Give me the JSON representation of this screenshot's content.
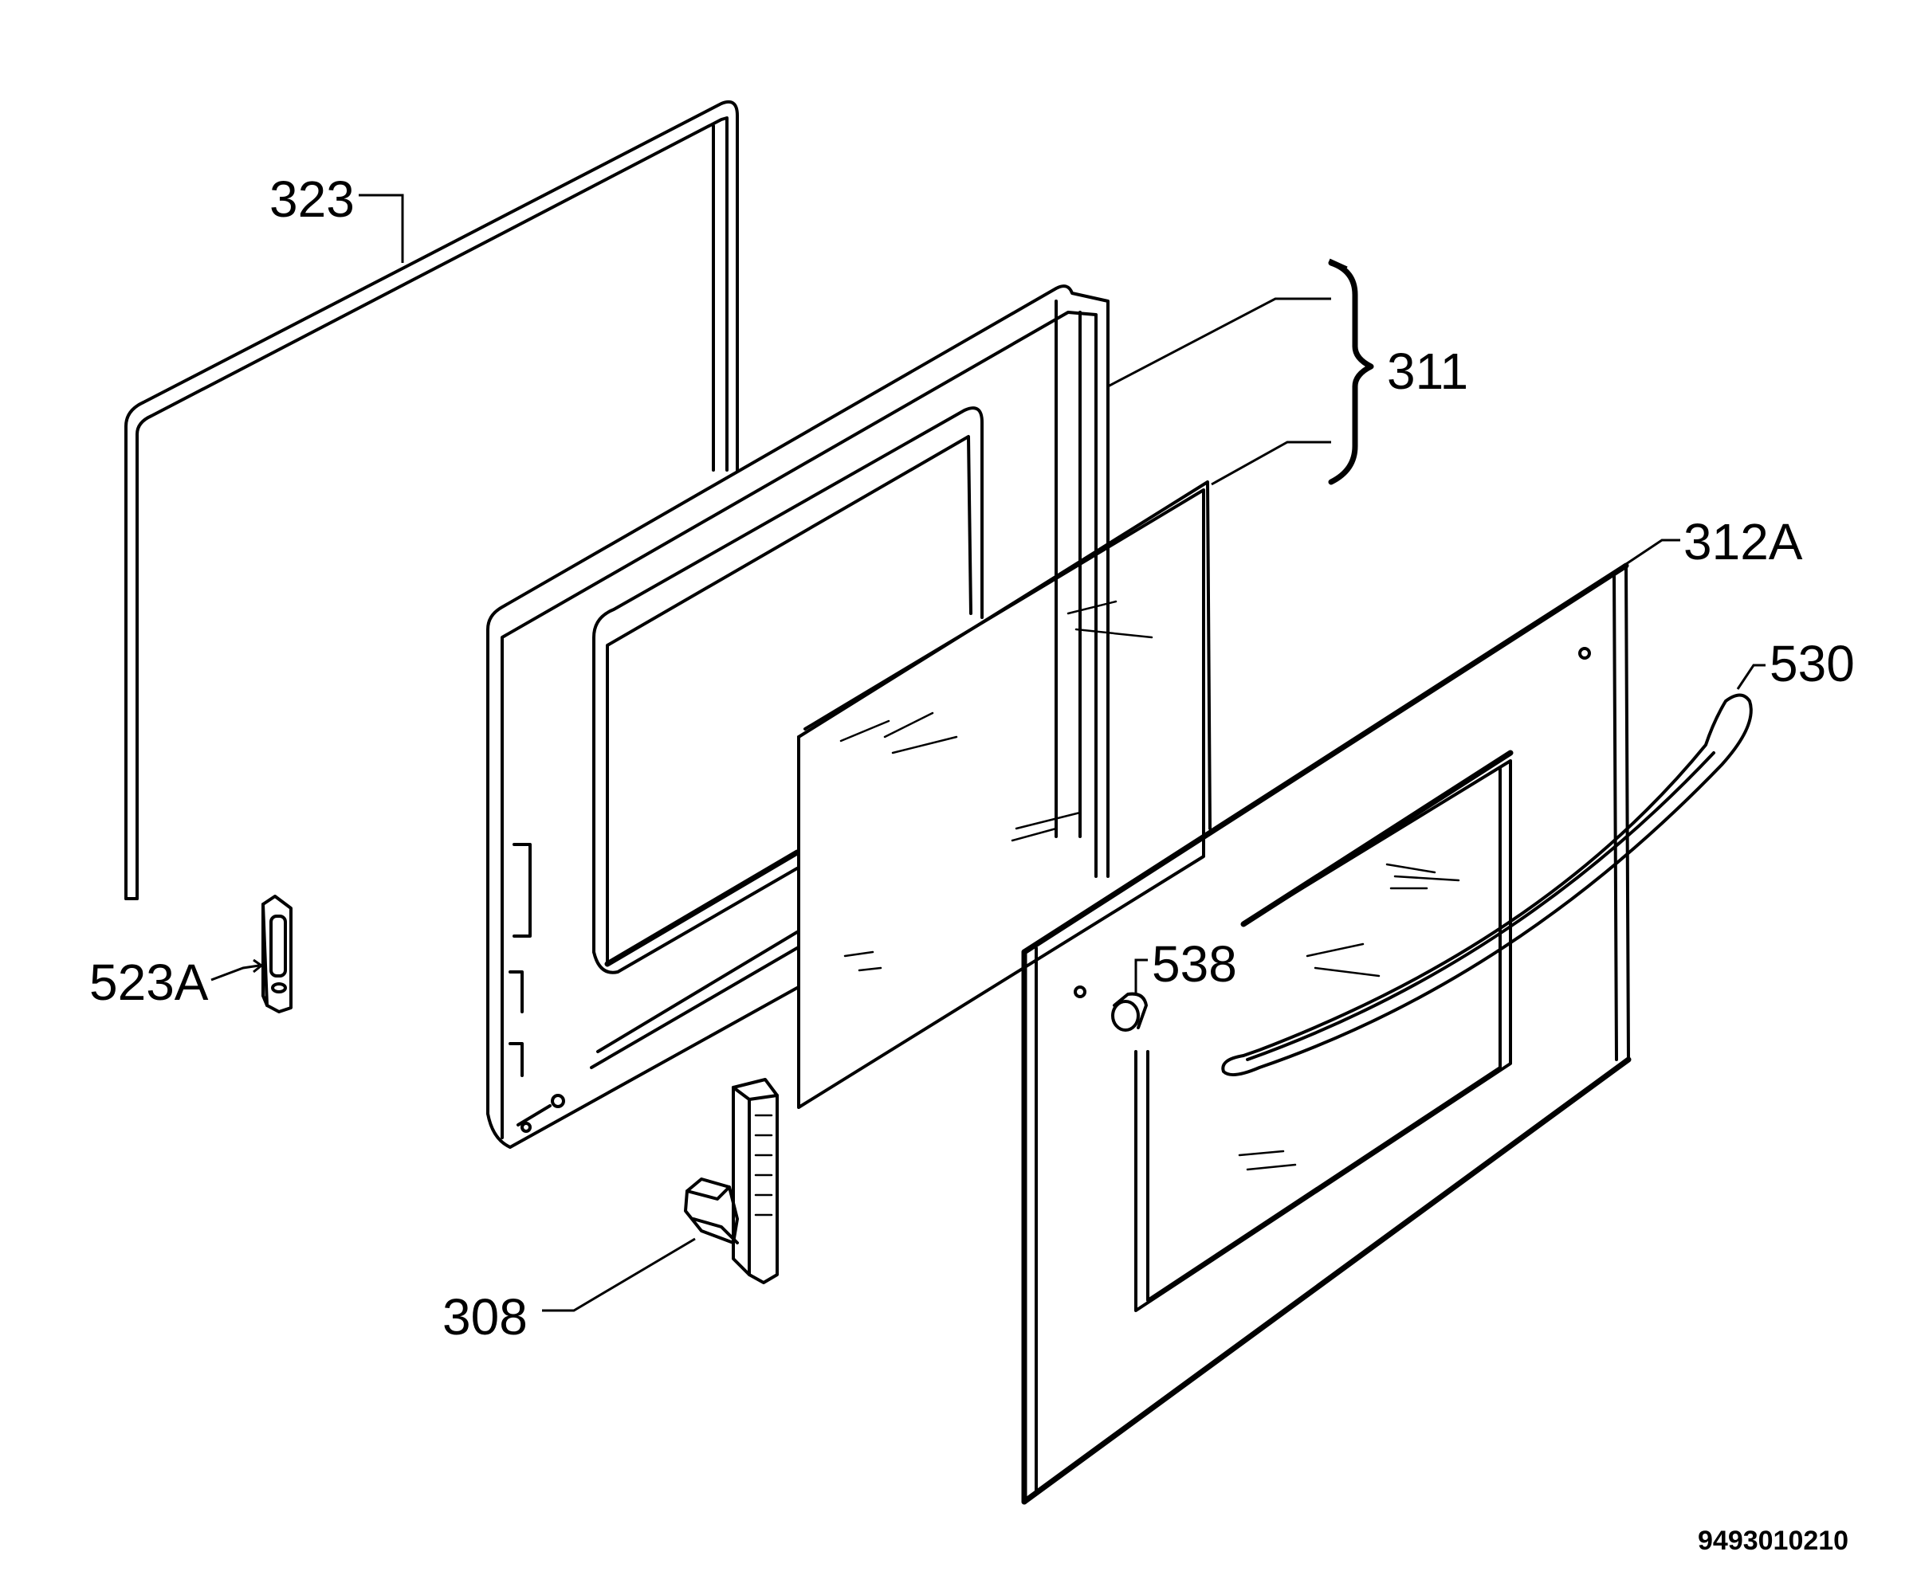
{
  "diagram": {
    "labels": {
      "p323": "323",
      "p311": "311",
      "p312a": "312A",
      "p530": "530",
      "p523a": "523A",
      "p538": "538",
      "p308": "308"
    },
    "drawing_code": "9493010210"
  }
}
